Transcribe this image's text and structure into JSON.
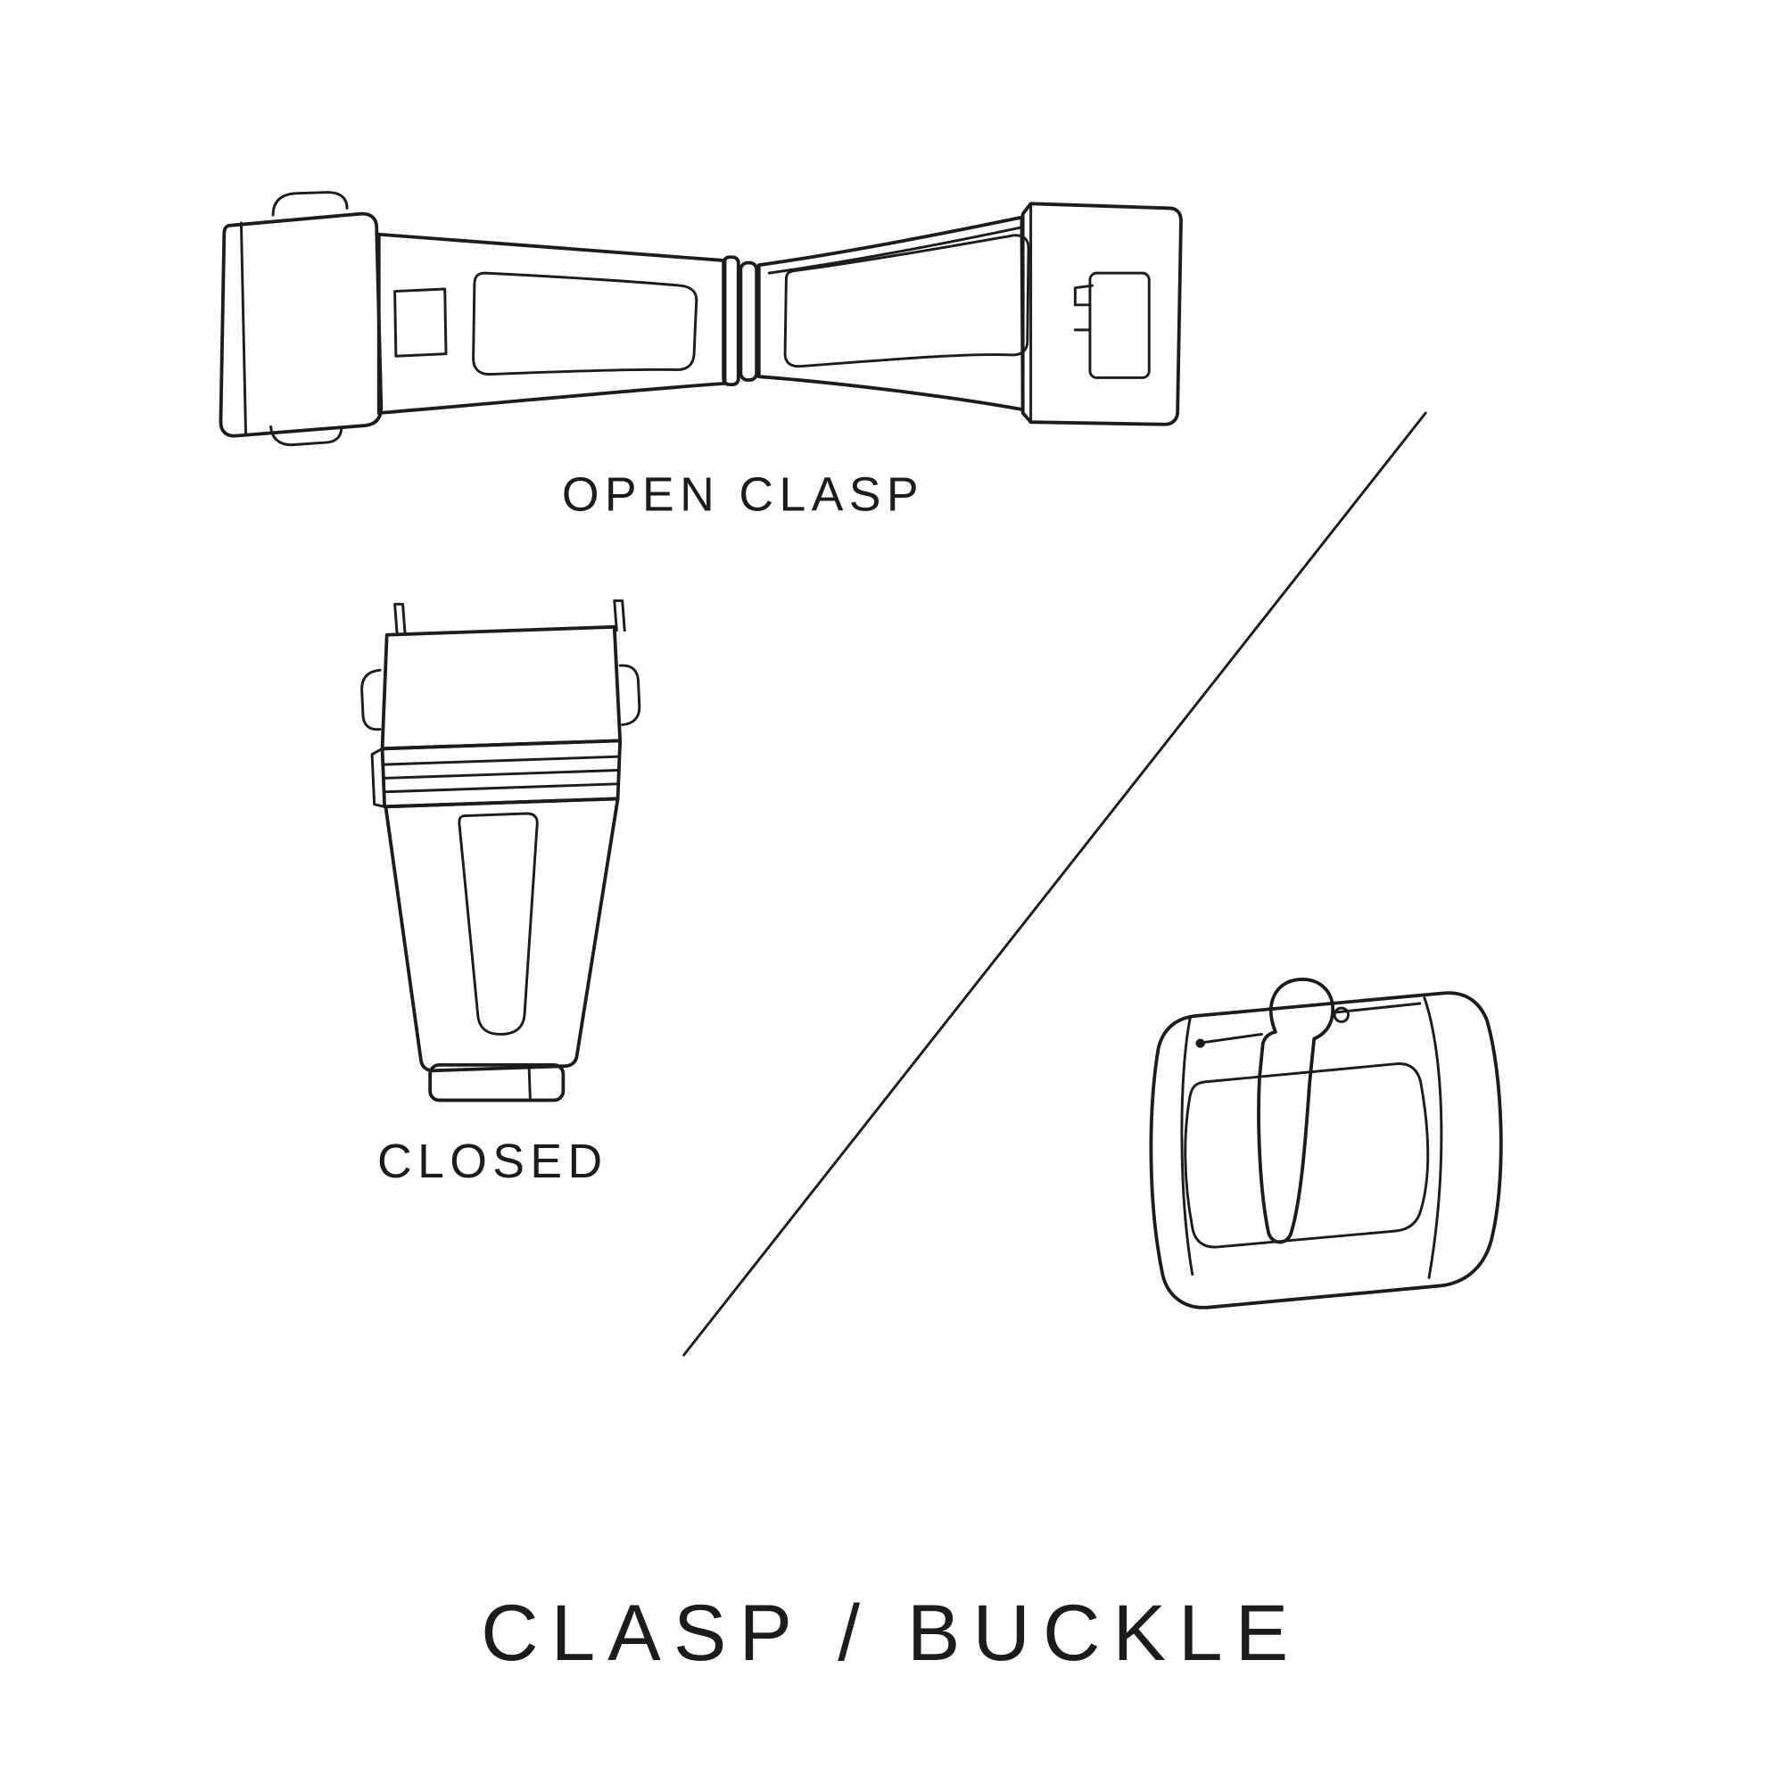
{
  "labels": {
    "open_clasp": "OPEN CLASP",
    "closed": "CLOSED",
    "title": "CLASP / BUCKLE"
  },
  "colors": {
    "background": "#ffffff",
    "line": "#1c1c1c"
  }
}
